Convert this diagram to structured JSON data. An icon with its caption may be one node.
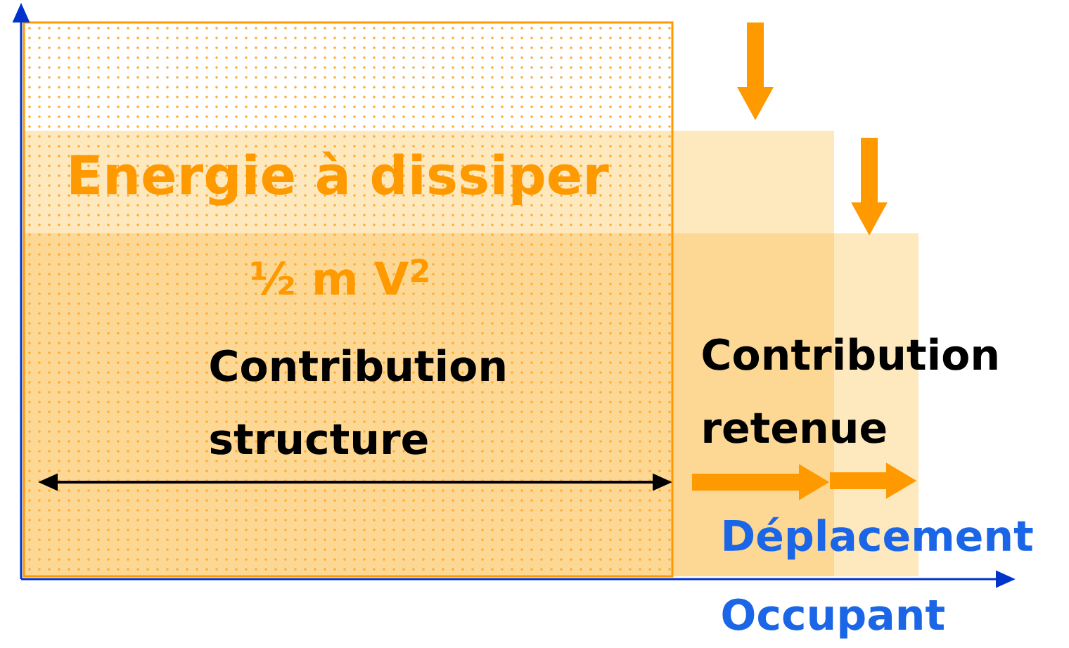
{
  "diagram": {
    "nodes": [
      {
        "text": [
          "Energie à dissiper",
          "½ m V$^{2}$",
          "Contribution structure"
        ]
      }
    ],
    "labels": [
      "Contribution retenue",
      "Déplacement",
      "Occupant"
    ]
  }
}
